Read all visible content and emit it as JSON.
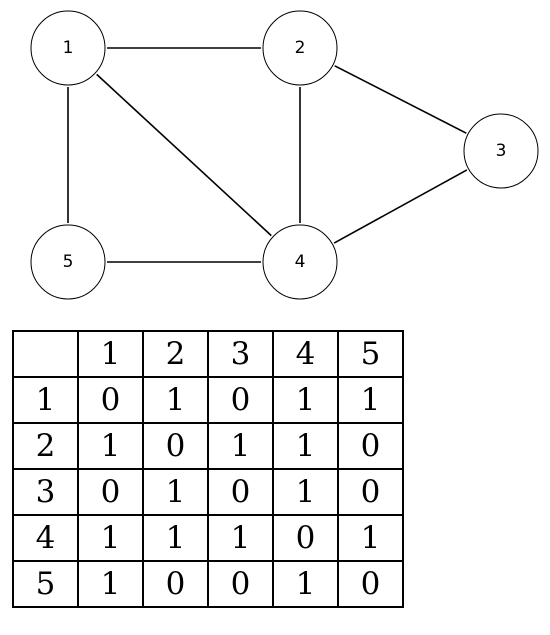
{
  "graph": {
    "nodes": [
      {
        "id": "1",
        "label": "1"
      },
      {
        "id": "2",
        "label": "2"
      },
      {
        "id": "3",
        "label": "3"
      },
      {
        "id": "4",
        "label": "4"
      },
      {
        "id": "5",
        "label": "5"
      }
    ],
    "edges": [
      [
        "1",
        "2"
      ],
      [
        "1",
        "4"
      ],
      [
        "1",
        "5"
      ],
      [
        "2",
        "3"
      ],
      [
        "2",
        "4"
      ],
      [
        "3",
        "4"
      ],
      [
        "4",
        "5"
      ]
    ]
  },
  "matrix": {
    "corner": "",
    "col_headers": [
      "1",
      "2",
      "3",
      "4",
      "5"
    ],
    "rows": [
      {
        "header": "1",
        "cells": [
          "0",
          "1",
          "0",
          "1",
          "1"
        ]
      },
      {
        "header": "2",
        "cells": [
          "1",
          "0",
          "1",
          "1",
          "0"
        ]
      },
      {
        "header": "3",
        "cells": [
          "0",
          "1",
          "0",
          "1",
          "0"
        ]
      },
      {
        "header": "4",
        "cells": [
          "1",
          "1",
          "1",
          "0",
          "1"
        ]
      },
      {
        "header": "5",
        "cells": [
          "1",
          "0",
          "0",
          "1",
          "0"
        ]
      }
    ]
  }
}
